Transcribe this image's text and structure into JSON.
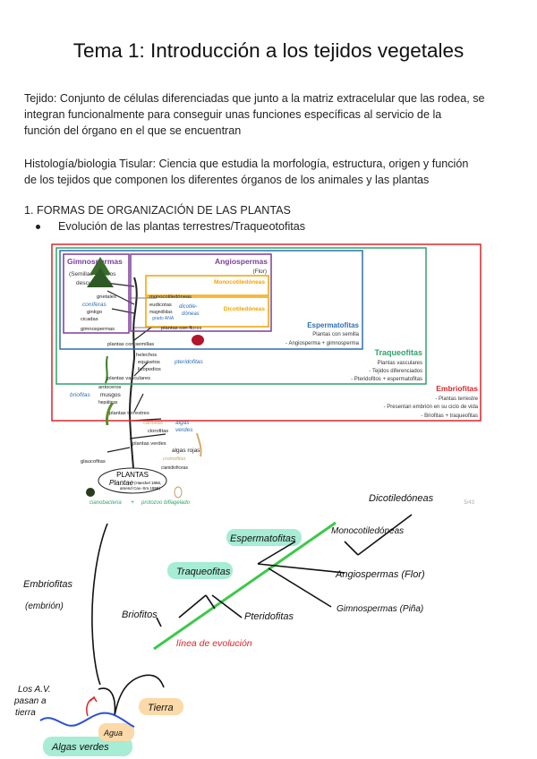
{
  "title": "Tema 1: Introducción a los tejidos vegetales",
  "paragraphs": {
    "tejido_1": "Tejido: Conjunto de células diferenciadas que junto a la matriz extracelular que las rodea, se",
    "tejido_2": "integran funcionalmente para conseguir unas funciones específicas al servicio de la",
    "tejido_3": "función del órgano en el que se encuentran",
    "histo_1": "Histología/biologia Tisular: Ciencia que estudia la morfología, estructura, origen y función",
    "histo_2": "de los tejidos que componen los diferentes órganos de los animales y las plantas"
  },
  "section_heading": "1. FORMAS DE ORGANIZACIÓN DE LAS PLANTAS",
  "bullet": "Evolución de las plantas terrestres/Traqueotofitas",
  "figure": {
    "gimnospermas": {
      "title": "Gimnospermas",
      "sub1": "(Semillas y ovulos",
      "sub2": "descubiertas)"
    },
    "angiospermas": {
      "title": "Angiospermas",
      "sub": "(Flor)"
    },
    "monocot": "Monocotiledóneas",
    "dicot": "Dicotiledóneas",
    "espermatofitas": {
      "title": "Espermatofitas",
      "l1": "Plantas con semilla",
      "l2": "- Angiosperma + gimnosperma"
    },
    "traqueofitas": {
      "title": "Traqueofitas",
      "l1": "Plantas vasculares",
      "l2": "- Tejidos diferenciados",
      "l3": "- Pteridofitos + espermatofitas"
    },
    "embriofitas": {
      "title": "Embriofitas",
      "l1": "- Plantas terrestre",
      "l2": "- Presentan embrión en su ciclo de vida",
      "l3": "- Briofitas + traqueofitas"
    },
    "tree_labels": {
      "gnetales": "gnetales",
      "coniferas": "coníferas",
      "ginkgo": "ginkgo",
      "cicadas": "cicadas",
      "gimnospermas": "gimnospermas",
      "monocot": "monocotiledóneas",
      "eudicotas": "eudicotas",
      "magnolidas": "magnólidas",
      "grado_ana": "grado ANA",
      "dicotile": "dicotile-",
      "doneas": "dóneas",
      "plantas_flores": "plantas con flores",
      "plantas_semillas": "plantas con semillas",
      "helechos": "helechos",
      "equisetos": "equisetos",
      "licopodios": "licopodios",
      "pteridofitas": "pteridofitas",
      "plantas_vasculares": "plantas vasculares",
      "briofitas": "briofitas",
      "antoceros": "antoceros",
      "musgos": "musgos",
      "hepaticas": "hepáticas",
      "plantas_terrestres": "plantas terrestres",
      "carofitas": "carofitas",
      "clorofitas": "clorofitas",
      "algas_verdes_1": "algas",
      "algas_verdes_2": "verdes",
      "plantas_verdes": "plantas verdes",
      "algas_rojas": "algas rojas",
      "glaucofitas": "glaucofitas",
      "cromofitas": "cromofitas",
      "cianidioficeas": "cianidioficeas",
      "plantas": "PLANTAS",
      "plantae": "Plantae",
      "haeckel": "(Haeckel 1866,",
      "cav_smith": "amend Cav.-Sm.1998)",
      "cianobacteria": "cianobacteria",
      "plus": "+",
      "protozoo": "protozoo biflagelado"
    },
    "page_num": "5/43"
  },
  "handwriting": {
    "dicotiledoneas": "Dicotiledóneas",
    "monocotiledoneas": "Monocotiledóneas",
    "espermatofitas": "Espermatofitas",
    "angiospermas": "Angiospermas (Flor)",
    "traqueofitas": "Traqueofitas",
    "gimnospermas": "Gimnospermas (Piña)",
    "embriofitas": "Embriofitas",
    "embrion": "(embrión)",
    "briofitas": "Briofitos",
    "pteridofitas": "Pteridofitas",
    "linea": "línea de evolución",
    "los_av_1": "Los A.V.",
    "los_av_2": "pasan a",
    "los_av_3": "tierra",
    "tierra": "Tierra",
    "agua": "Agua",
    "algas_verdes": "Algas verdes"
  },
  "colors": {
    "gimno": "#7b3f98",
    "angio": "#7b3f98",
    "mono": "#f0a400",
    "dicot": "#f0a400",
    "esperma": "#2f6fb3",
    "traqueo": "#2fa36b",
    "embrio": "#d9262c",
    "highlight_green": "#a7ecd5",
    "highlight_orange": "#fcd9a8",
    "evolution_line": "#3cc94a"
  }
}
